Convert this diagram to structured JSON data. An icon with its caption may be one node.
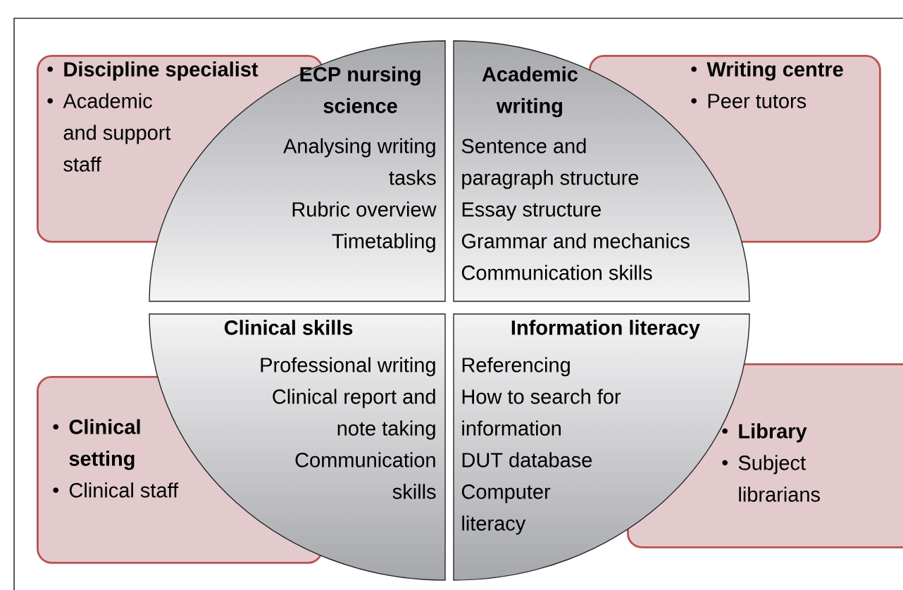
{
  "diagram": {
    "nodes": [
      {
        "text": [
          "Discipline specialist",
          "Academic and support staff"
        ]
      },
      {
        "text": [
          "ECP nursing science",
          "Analysing writing tasks",
          "Rubric overview",
          "Timetabling"
        ]
      },
      {
        "text": [
          "Academic writing",
          "Sentence and paragraph structure",
          "Essay structure",
          "Grammar and mechanics",
          "Communication skills"
        ]
      },
      {
        "text": [
          "Writing centre",
          "Peer tutors"
        ]
      },
      {
        "text": [
          "Clinical setting",
          "Clinical staff"
        ]
      },
      {
        "text": [
          "Clinical skills",
          "Professional writing",
          "Clinical report and note taking",
          "Communication skills"
        ]
      },
      {
        "text": [
          "Information literacy",
          "Referencing",
          "How to search for information",
          "DUT database",
          "Computer literacy"
        ]
      },
      {
        "text": [
          "Library",
          "Subject librarians"
        ]
      }
    ]
  }
}
